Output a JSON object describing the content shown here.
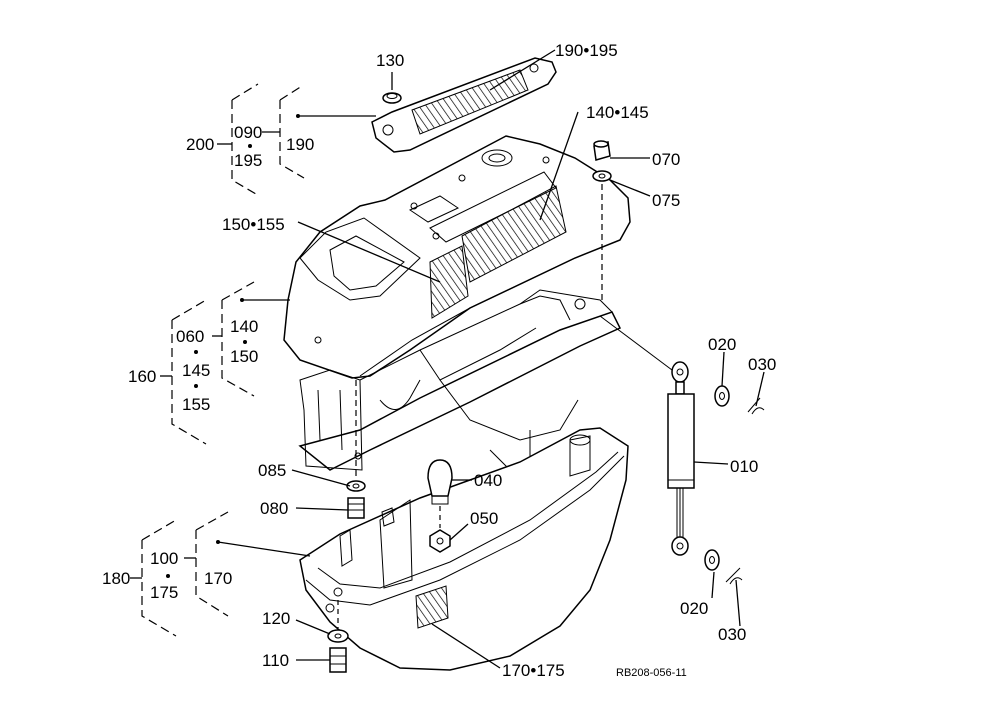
{
  "labels": {
    "p130": "130",
    "p190_195": "190•195",
    "p140_145": "140•145",
    "p200": "200",
    "p090": "090",
    "p195": "195",
    "p190": "190",
    "p070": "070",
    "p075": "075",
    "p150_155": "150•155",
    "p060": "060",
    "p145": "145",
    "p155": "155",
    "p140": "140",
    "p150": "150",
    "p160": "160",
    "p020a": "020",
    "p030a": "030",
    "p010": "010",
    "p085": "085",
    "p040": "040",
    "p080": "080",
    "p050": "050",
    "p180": "180",
    "p100": "100",
    "p175": "175",
    "p170": "170",
    "p020b": "020",
    "p030b": "030",
    "p120": "120",
    "p110": "110",
    "p170_175": "170•175",
    "drawing_ref": "RB208-056-11"
  }
}
